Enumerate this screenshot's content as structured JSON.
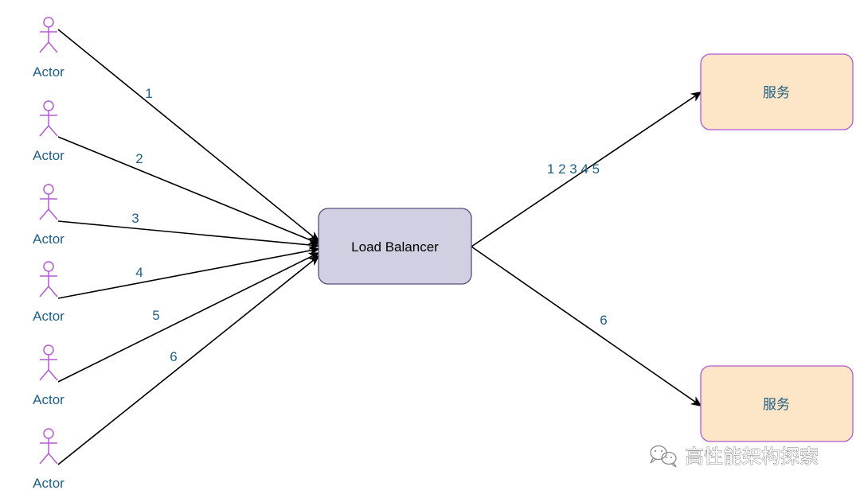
{
  "colors": {
    "actor_stroke": "#b35bd1",
    "actor_label": "#1f5f85",
    "edge": "#000000",
    "edge_label": "#1f5f85",
    "lb_fill": "#d0d0e2",
    "lb_stroke": "#5c4f7a",
    "service_fill": "#fde5c7",
    "service_stroke": "#b35bd1",
    "watermark": "#8a8a8a"
  },
  "actors": [
    {
      "label": "Actor",
      "edge_label": "1"
    },
    {
      "label": "Actor",
      "edge_label": "2"
    },
    {
      "label": "Actor",
      "edge_label": "3"
    },
    {
      "label": "Actor",
      "edge_label": "4"
    },
    {
      "label": "Actor",
      "edge_label": "5"
    },
    {
      "label": "Actor",
      "edge_label": "6"
    }
  ],
  "load_balancer": {
    "label": "Load Balancer"
  },
  "services": [
    {
      "label": "服务",
      "edge_label": "1 2 3 4 5"
    },
    {
      "label": "服务",
      "edge_label": "6"
    }
  ],
  "watermark": {
    "icon": "wechat-icon",
    "text": "高性能架构探索"
  }
}
